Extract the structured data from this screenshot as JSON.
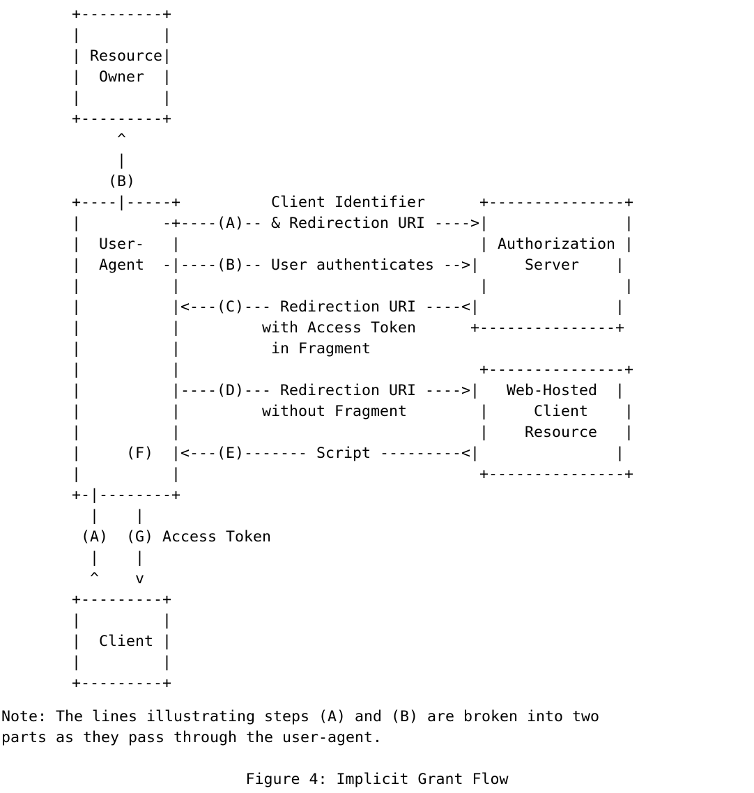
{
  "document": {
    "figure_number": "Figure 4",
    "figure_title": "Implicit Grant Flow",
    "caption": "Figure 4: Implicit Grant Flow",
    "text_color": "#000000",
    "background_color": "#ffffff"
  },
  "diagram": {
    "type": "ascii-sequence-flow",
    "nodes": [
      {
        "id": "resource-owner",
        "label_lines": [
          "Resource",
          "Owner"
        ],
        "border_width_chars": 11
      },
      {
        "id": "user-agent",
        "label_lines": [
          "User-",
          "Agent"
        ],
        "border_width_chars": 11
      },
      {
        "id": "authorization-server",
        "label_lines": [
          "Authorization",
          "Server"
        ],
        "border_width_chars": 16
      },
      {
        "id": "web-hosted-client-resource",
        "label_lines": [
          "Web-Hosted",
          "Client",
          "Resource"
        ],
        "border_width_chars": 16
      },
      {
        "id": "client",
        "label_lines": [
          "Client"
        ],
        "border_width_chars": 11
      }
    ],
    "steps": [
      {
        "id": "A-upper",
        "marker": "(A)",
        "label_lines": [
          "Client Identifier",
          "& Redirection URI"
        ],
        "from": "client",
        "to": "authorization-server",
        "via": "user-agent",
        "direction": "right",
        "arrow": "--->"
      },
      {
        "id": "B-upper",
        "marker": "(B)",
        "label_lines": [
          "User authenticates"
        ],
        "from": "resource-owner",
        "to": "authorization-server",
        "via": "user-agent",
        "direction": "right",
        "arrow": "-->"
      },
      {
        "id": "C",
        "marker": "(C)",
        "label_lines": [
          "Redirection URI",
          "with Access Token",
          "in Fragment"
        ],
        "from": "authorization-server",
        "to": "user-agent",
        "direction": "left",
        "arrow": "<---"
      },
      {
        "id": "D",
        "marker": "(D)",
        "label_lines": [
          "Redirection URI",
          "without Fragment"
        ],
        "from": "user-agent",
        "to": "web-hosted-client-resource",
        "direction": "right",
        "arrow": "---->"
      },
      {
        "id": "E",
        "marker": "(E)",
        "label_lines": [
          "Script"
        ],
        "from": "web-hosted-client-resource",
        "to": "user-agent",
        "direction": "left",
        "arrow": "<---"
      },
      {
        "id": "F",
        "marker": "(F)",
        "label_lines": [],
        "from": "user-agent",
        "to": "user-agent",
        "direction": "internal",
        "arrow": ""
      },
      {
        "id": "G",
        "marker": "(G)",
        "label_lines": [
          "Access Token"
        ],
        "from": "user-agent",
        "to": "client",
        "direction": "down",
        "arrow": "v"
      },
      {
        "id": "A-lower",
        "marker": "(A)",
        "label_lines": [],
        "from": "client",
        "to": "user-agent",
        "direction": "up",
        "arrow": "^"
      },
      {
        "id": "B-lower",
        "marker": "(B)",
        "label_lines": [],
        "from": "user-agent",
        "to": "resource-owner",
        "direction": "up",
        "arrow": "^"
      }
    ],
    "art": "     +---------+\n     |         |\n     | Resource|\n     |  Owner  |\n     |         |\n     +---------+\n          ^\n          |\n         (B)\n     +----|-----+          Client Identifier      +---------------+\n     |         -+----(A)-- & Redirection URI ---->|               |\n     |  User-   |                                 | Authorization |\n     |  Agent  -|----(B)-- User authenticates -->|     Server    |\n     |          |                                 |               |\n     |          |<---(C)--- Redirection URI ----<|               |\n     |          |         with Access Token      +---------------+\n     |          |          in Fragment\n     |          |                                 +---------------+\n     |          |----(D)--- Redirection URI ---->|   Web-Hosted  |\n     |          |         without Fragment        |     Client    |\n     |          |                                 |    Resource   |\n     |     (F)  |<---(E)------- Script ---------<|               |\n     |          |                                 +---------------+\n     +-|--------+\n       |    |\n      (A)  (G) Access Token\n       |    |\n       ^    v\n     +---------+\n     |         |\n     |  Client |\n     |         |\n     +---------+"
  },
  "note": {
    "line1": "Note: The lines illustrating steps (A) and (B) are broken into two",
    "line2": "parts as they pass through the user-agent."
  },
  "ascii_lines": [
    "+---------+",
    "| Resource |",
    "|  Owner   |",
    "|          |",
    "+---------+",
    "     ^",
    "     |",
    "    (B)",
    "+----|-----+",
    "(A)",
    "(B)",
    "(C)",
    "(D)",
    "(E)",
    "(F)",
    "(G)"
  ],
  "labels": {
    "resource_owner_line1": "Resource",
    "resource_owner_line2": "Owner",
    "user_agent_line1": "User-",
    "user_agent_line2": "Agent",
    "authorization_server_line1": "Authorization",
    "authorization_server_line2": "Server",
    "web_hosted_line1": "Web-Hosted",
    "web_hosted_line2": "Client",
    "web_hosted_line3": "Resource",
    "client": "Client",
    "client_identifier": "Client Identifier",
    "redirection_uri_amp": "& Redirection URI",
    "user_authenticates": "User authenticates",
    "redirection_uri": "Redirection URI",
    "with_access_token": "with Access Token",
    "in_fragment": "in Fragment",
    "without_fragment": "without Fragment",
    "script": "Script",
    "access_token": "Access Token",
    "step_a": "(A)",
    "step_b": "(B)",
    "step_c": "(C)",
    "step_d": "(D)",
    "step_e": "(E)",
    "step_f": "(F)",
    "step_g": "(G)"
  }
}
